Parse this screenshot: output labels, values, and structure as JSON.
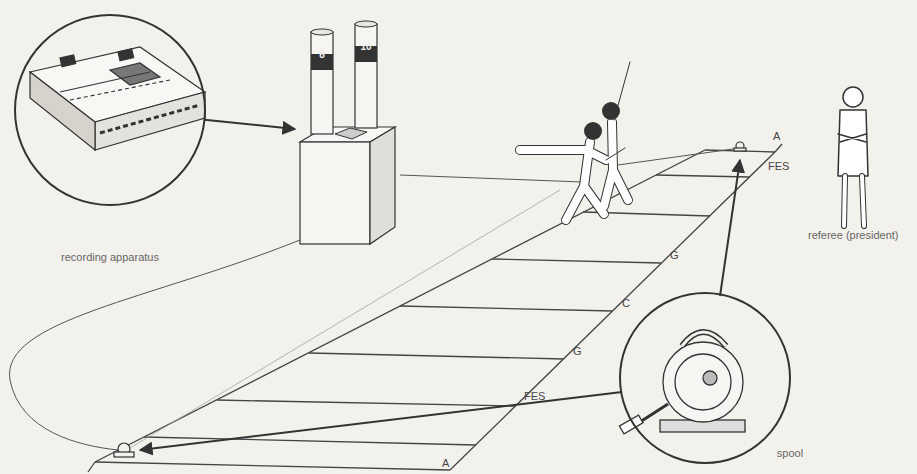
{
  "diagram": {
    "nodes": [
      {
        "text": [
          "recording apparatus"
        ]
      },
      {
        "text": [
          "8",
          "10"
        ]
      },
      {
        "text": [
          "spool"
        ]
      }
    ],
    "edges": [
      {
        "from": 0,
        "to": 1,
        "arrow": "to"
      }
    ],
    "labels": [
      "A",
      "FES",
      "G",
      "C",
      "G",
      "FES",
      "A",
      "referee (president)"
    ]
  }
}
